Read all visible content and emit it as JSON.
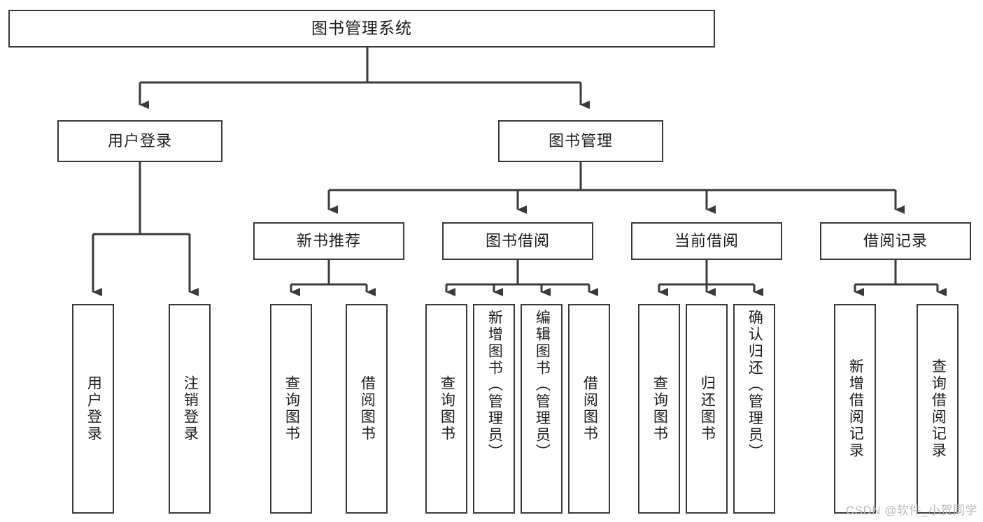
{
  "diagram": {
    "type": "tree-hierarchy",
    "title": "图书管理系统",
    "colors": {
      "box_border": "#3a3a3a",
      "box_fill": "#ffffff",
      "line": "#3a3a3a",
      "text": "#1b1b1b",
      "watermark": "#b9b9b9",
      "background": "#ffffff"
    },
    "root": {
      "label": "图书管理系统"
    },
    "level1": [
      {
        "label": "用户登录"
      },
      {
        "label": "图书管理"
      }
    ],
    "level2": [
      {
        "label": "新书推荐"
      },
      {
        "label": "图书借阅"
      },
      {
        "label": "当前借阅"
      },
      {
        "label": "借阅记录"
      }
    ],
    "leaves": {
      "user_login": [
        {
          "label": "用户登录"
        },
        {
          "label": "注销登录"
        }
      ],
      "new_book_recommend": [
        {
          "label": "查询图书"
        },
        {
          "label": "借阅图书"
        }
      ],
      "book_borrow": [
        {
          "label": "查询图书"
        },
        {
          "label": "新增图书（管理员）"
        },
        {
          "label": "编辑图书（管理员）"
        },
        {
          "label": "借阅图书"
        }
      ],
      "current_borrow": [
        {
          "label": "查询图书"
        },
        {
          "label": "归还图书"
        },
        {
          "label": "确认归还（管理员）"
        }
      ],
      "borrow_record": [
        {
          "label": "新增借阅记录"
        },
        {
          "label": "查询借阅记录"
        }
      ]
    }
  },
  "watermark": {
    "text": "CSDN @软件_小贺同学"
  }
}
